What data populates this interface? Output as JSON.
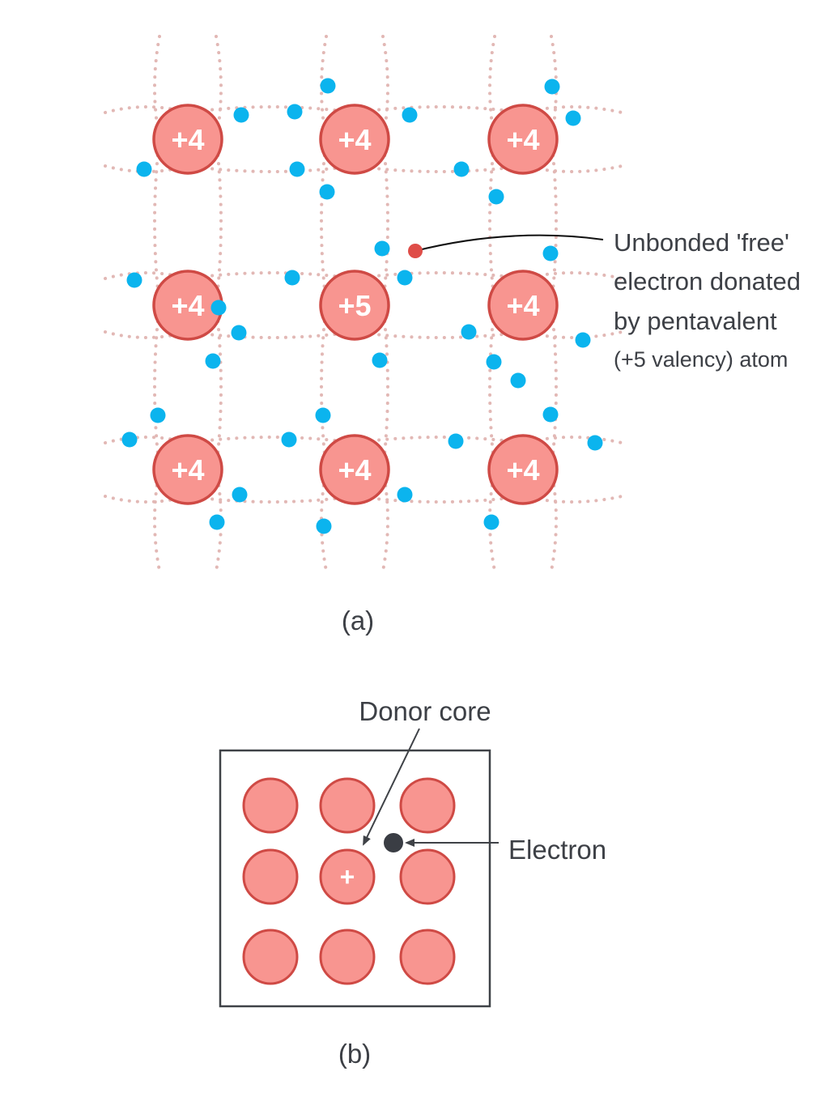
{
  "colors": {
    "atom_fill": "#f89590",
    "atom_stroke": "#cf4a45",
    "bond_dots": "#e2b8b5",
    "valence_electron": "#0bb4ee",
    "free_electron": "#df4d48",
    "text": "#3d4046",
    "electron_b": "#3a3d44",
    "box_stroke": "#3f4247"
  },
  "panel_a": {
    "caption": "(a)",
    "atoms": [
      {
        "row": 0,
        "col": 0,
        "label": "+4"
      },
      {
        "row": 0,
        "col": 1,
        "label": "+4"
      },
      {
        "row": 0,
        "col": 2,
        "label": "+4"
      },
      {
        "row": 1,
        "col": 0,
        "label": "+4"
      },
      {
        "row": 1,
        "col": 1,
        "label": "+5"
      },
      {
        "row": 1,
        "col": 2,
        "label": "+4"
      },
      {
        "row": 2,
        "col": 0,
        "label": "+4"
      },
      {
        "row": 2,
        "col": 1,
        "label": "+4"
      },
      {
        "row": 2,
        "col": 2,
        "label": "+4"
      }
    ],
    "valence_electron_count": 36,
    "free_electron_count": 1,
    "annotation": {
      "lines": [
        "Unbonded 'free'",
        "electron donated",
        "by pentavalent",
        "(+5 valency) atom"
      ]
    }
  },
  "panel_b": {
    "caption": "(b)",
    "atoms": [
      {
        "row": 0,
        "col": 0,
        "label": ""
      },
      {
        "row": 0,
        "col": 1,
        "label": ""
      },
      {
        "row": 0,
        "col": 2,
        "label": ""
      },
      {
        "row": 1,
        "col": 0,
        "label": ""
      },
      {
        "row": 1,
        "col": 1,
        "label": "+"
      },
      {
        "row": 1,
        "col": 2,
        "label": ""
      },
      {
        "row": 2,
        "col": 0,
        "label": ""
      },
      {
        "row": 2,
        "col": 1,
        "label": ""
      },
      {
        "row": 2,
        "col": 2,
        "label": ""
      }
    ],
    "donor_core_label": "Donor core",
    "electron_label": "Electron"
  }
}
